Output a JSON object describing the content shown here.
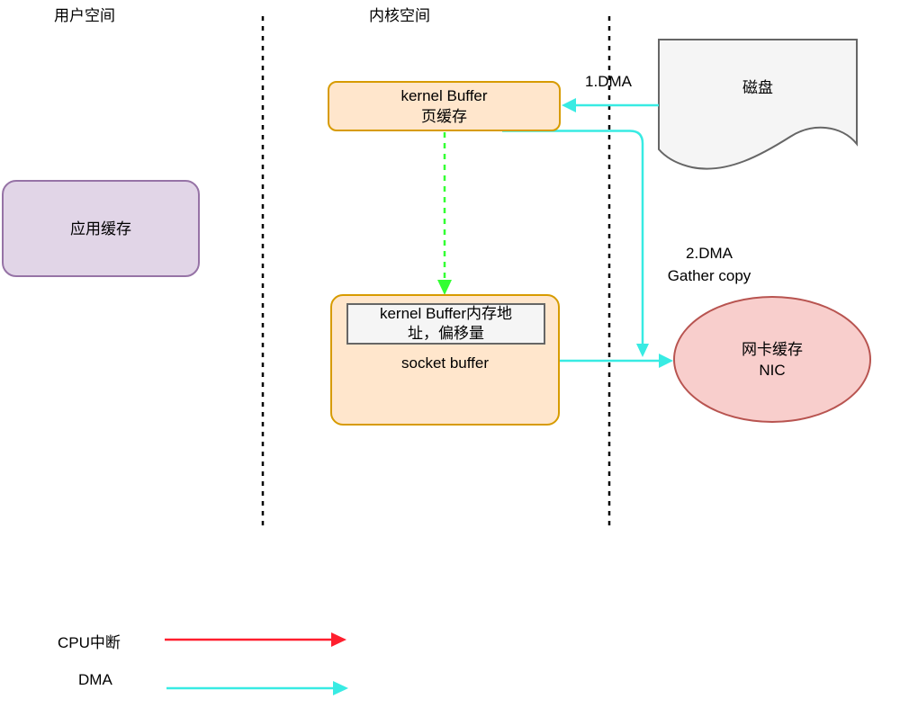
{
  "colors": {
    "orange_fill": "#FFE6CC",
    "orange_border": "#D79B00",
    "purple_fill": "#E1D5E7",
    "purple_border": "#9673A6",
    "pink_fill": "#F8CECC",
    "pink_border": "#B85450",
    "gray_fill": "#F5F5F5",
    "gray_border": "#666666",
    "cyan": "#38EBE3",
    "green": "#33FF33",
    "red": "#FF1F2E"
  },
  "regions": {
    "user_space": "用户空间",
    "kernel_space": "内核空间"
  },
  "nodes": {
    "app_buffer": {
      "label": "应用缓存"
    },
    "kernel_buffer": {
      "line1": "kernel Buffer",
      "line2": "页缓存"
    },
    "disk": {
      "label": "磁盘"
    },
    "socket_buffer": {
      "inner_line1": "kernel Buffer内存地",
      "inner_line2": "址，偏移量",
      "label": "socket buffer"
    },
    "nic": {
      "line1": "网卡缓存",
      "line2": "NIC"
    }
  },
  "annotations": {
    "dma1": "1.DMA",
    "dma2": {
      "line1": "2.DMA",
      "line2": "Gather copy"
    }
  },
  "legend": [
    {
      "label": "CPU中断",
      "color": "red"
    },
    {
      "label": "DMA",
      "color": "cyan"
    }
  ]
}
